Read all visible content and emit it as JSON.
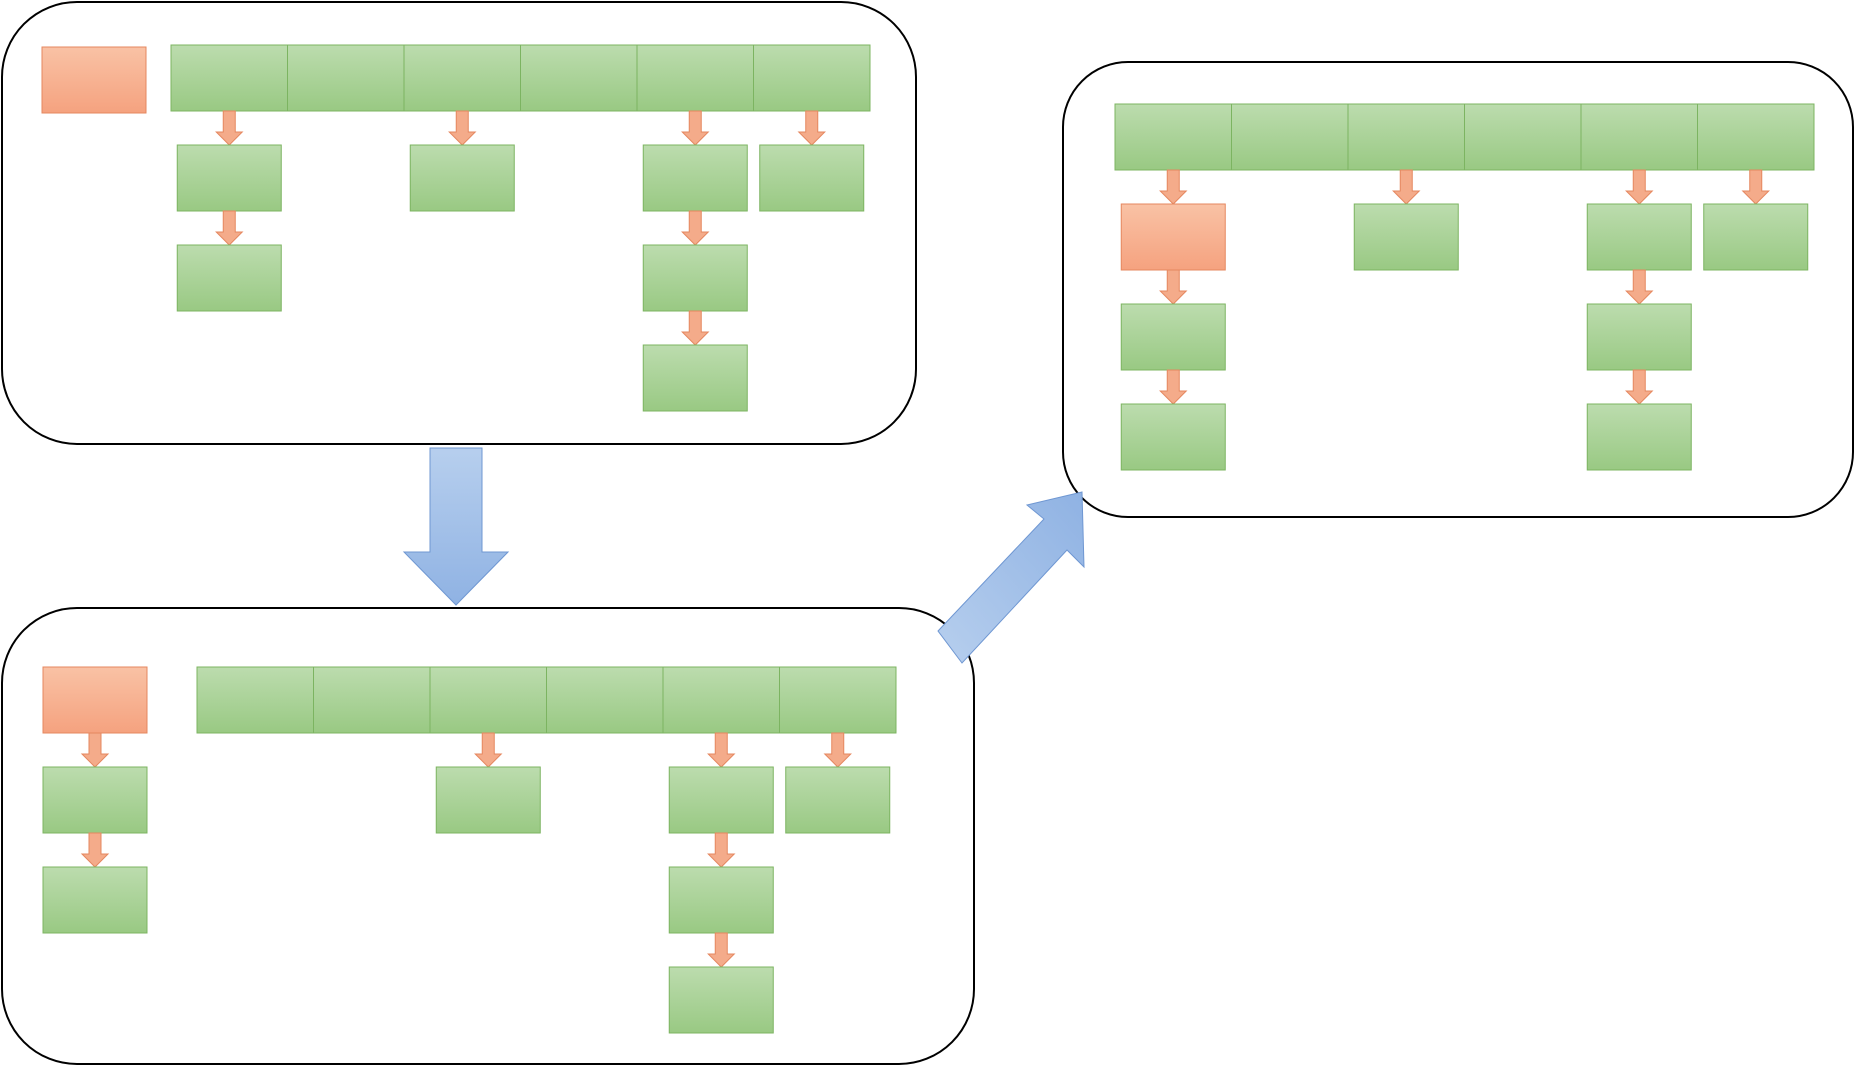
{
  "colors": {
    "green_top": "#bcdcae",
    "green_bottom": "#99c983",
    "green_stroke": "#7cb461",
    "orange_top": "#f9c2a5",
    "orange_bottom": "#f5a27f",
    "orange_stroke": "#e5875f",
    "orange_arrow": "#f4ab8a",
    "blue_top": "#b7cfee",
    "blue_bottom": "#8fb2e3",
    "blue_stroke": "#6f97d2",
    "panel_stroke": "#000000"
  },
  "panels": [
    {
      "id": "panel-1",
      "header_boxes": 6,
      "header_highlight": [],
      "side_stack": {
        "boxes": [
          "orange"
        ]
      },
      "columns": [
        {
          "header_index": 0,
          "boxes": [
            "green",
            "green"
          ]
        },
        {
          "header_index": 2,
          "boxes": [
            "green"
          ]
        },
        {
          "header_index": 4,
          "boxes": [
            "green",
            "green",
            "green"
          ]
        },
        {
          "header_index": 5,
          "boxes": [
            "green"
          ]
        }
      ]
    },
    {
      "id": "panel-2",
      "header_boxes": 6,
      "header_highlight": [],
      "side_stack": {
        "boxes": [
          "orange",
          "green",
          "green"
        ]
      },
      "columns": [
        {
          "header_index": 2,
          "boxes": [
            "green"
          ]
        },
        {
          "header_index": 4,
          "boxes": [
            "green",
            "green",
            "green"
          ]
        },
        {
          "header_index": 5,
          "boxes": [
            "green"
          ]
        }
      ]
    },
    {
      "id": "panel-3",
      "header_boxes": 6,
      "header_highlight": [],
      "side_stack": null,
      "columns": [
        {
          "header_index": 0,
          "boxes": [
            "orange",
            "green",
            "green"
          ]
        },
        {
          "header_index": 2,
          "boxes": [
            "green"
          ]
        },
        {
          "header_index": 4,
          "boxes": [
            "green",
            "green",
            "green"
          ]
        },
        {
          "header_index": 5,
          "boxes": [
            "green"
          ]
        }
      ]
    }
  ],
  "transitions": [
    {
      "from": "panel-1",
      "to": "panel-2",
      "direction": "down"
    },
    {
      "from": "panel-2",
      "to": "panel-3",
      "direction": "up-right"
    }
  ]
}
